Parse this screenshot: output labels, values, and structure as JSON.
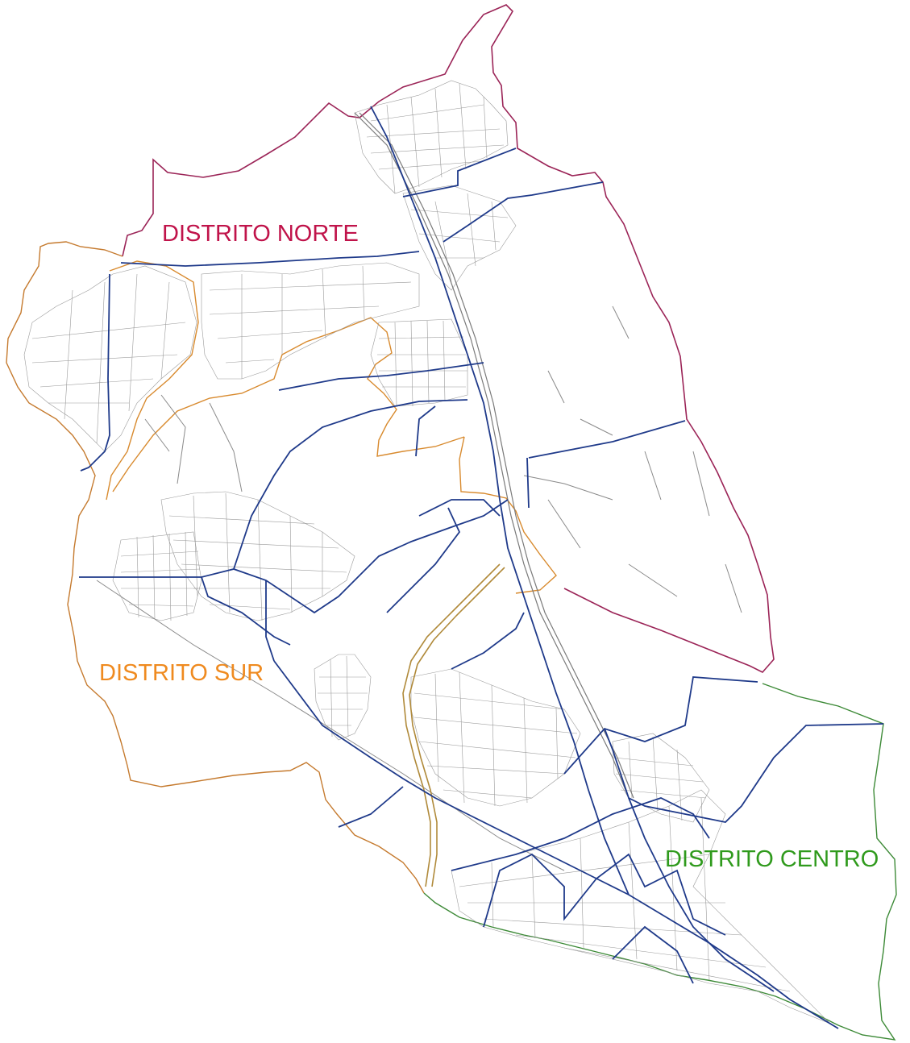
{
  "districts": [
    {
      "name": "DISTRITO NORTE",
      "color": "#c0134a"
    },
    {
      "name": "DISTRITO SUR",
      "color": "#ef8a1f"
    },
    {
      "name": "DISTRITO CENTRO",
      "color": "#2f9a1c"
    }
  ],
  "colors": {
    "norte_boundary": "#9b2457",
    "sur_boundary": "#c57a2e",
    "centro_boundary": "#3d8a37",
    "section_lines": "#1f3a8a",
    "streets": "#8a8a8a",
    "highway": "#b08a3a"
  }
}
